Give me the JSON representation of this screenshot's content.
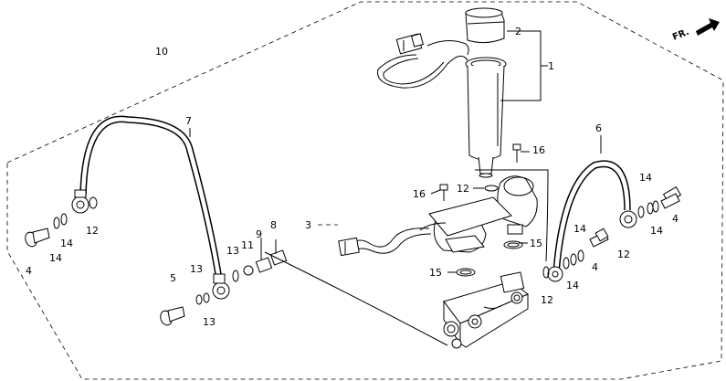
{
  "orientation": {
    "label": "FR."
  },
  "callouts": {
    "c1": "1",
    "c2": "2",
    "c3": "3",
    "c4a": "4",
    "c4b": "4",
    "c4c": "4",
    "c5": "5",
    "c6": "6",
    "c7": "7",
    "c8": "8",
    "c9": "9",
    "c10": "10",
    "c11": "11",
    "c12a": "12",
    "c12b": "12",
    "c12c": "12",
    "c12d": "12",
    "c13a": "13",
    "c13b": "13",
    "c13c": "13",
    "c14a": "14",
    "c14b": "14",
    "c14c": "14",
    "c14d": "14",
    "c14e": "14",
    "c14f": "14",
    "c15a": "15",
    "c15b": "15",
    "c16a": "16",
    "c16b": "16"
  }
}
